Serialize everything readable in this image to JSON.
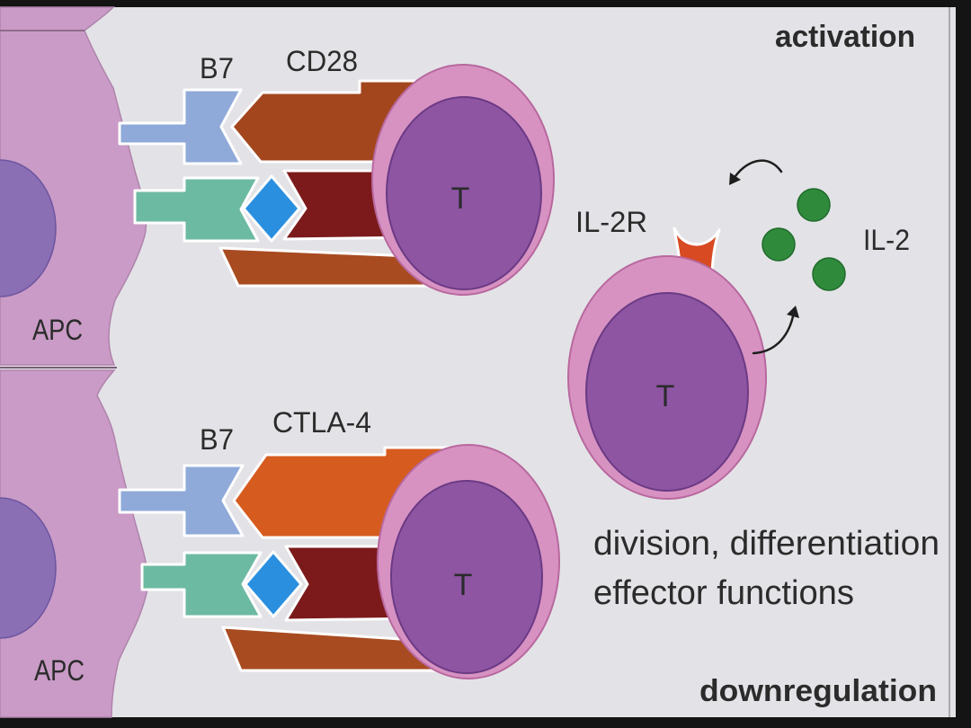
{
  "figure": {
    "activation_panel": {
      "heading": "activation",
      "apc_label": "APC",
      "ligand_label": "B7",
      "receptor_label": "CD28",
      "t_cell_label": "T"
    },
    "downregulation_panel": {
      "heading": "downregulation",
      "apc_label": "APC",
      "ligand_label": "B7",
      "receptor_label": "CTLA-4",
      "t_cell_label": "T"
    },
    "response": {
      "t_cell_label": "T",
      "receptor_label": "IL-2R",
      "cytokine_label": "IL-2",
      "outcome_line_1": "division, differentiation",
      "outcome_line_2": "effector functions"
    }
  },
  "colors": {
    "page": "#e3e3e7",
    "frame": "#141414",
    "apc": "#c99bc6",
    "apc_nucleus": "#8b6fb5",
    "t_cell_membrane": "#d792c2",
    "t_cell_nucleus": "#8e55a3",
    "b7": "#8faad9",
    "cd28": "#a3461d",
    "ctla4": "#d65b1e",
    "mhc": "#6dbaa2",
    "peptide": "#2b8fe0",
    "tcr": "#7c1a1b",
    "coreceptor": "#a84b20",
    "il2r": "#d84a22",
    "il2": "#2f8b3b",
    "text": "#2b2b2b"
  }
}
